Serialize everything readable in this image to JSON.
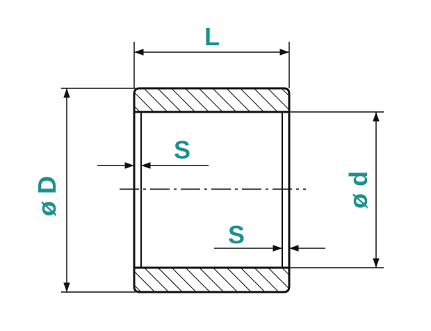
{
  "diagram": {
    "type": "bushing-dimension-drawing",
    "labels": {
      "length": "L",
      "outer_diameter": "ø D",
      "inner_diameter": "ø d",
      "wall_top": "S",
      "wall_bottom": "S"
    },
    "colors": {
      "label": "#1f8f8f",
      "line": "#111111",
      "background": "#ffffff"
    }
  }
}
